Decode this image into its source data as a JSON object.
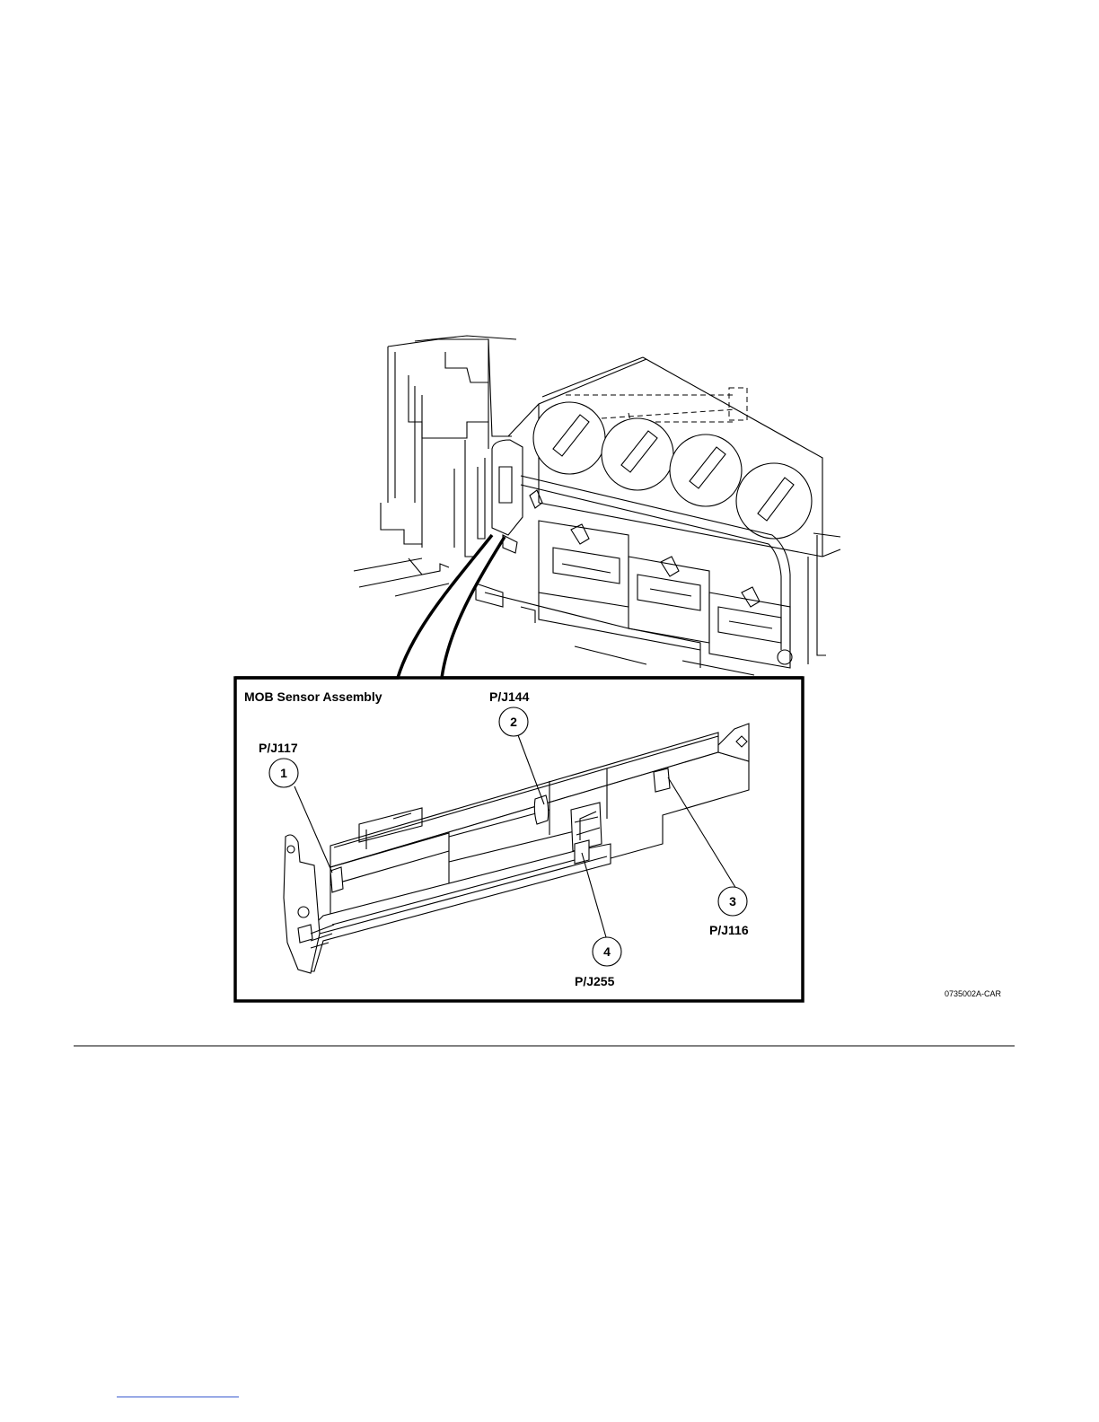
{
  "figure": {
    "inset_title": "MOB Sensor Assembly",
    "figure_id": "0735002A-CAR",
    "callouts": [
      {
        "number": "1",
        "connector": "P/J117"
      },
      {
        "number": "2",
        "connector": "P/J144"
      },
      {
        "number": "3",
        "connector": "P/J116"
      },
      {
        "number": "4",
        "connector": "P/J255"
      }
    ]
  }
}
